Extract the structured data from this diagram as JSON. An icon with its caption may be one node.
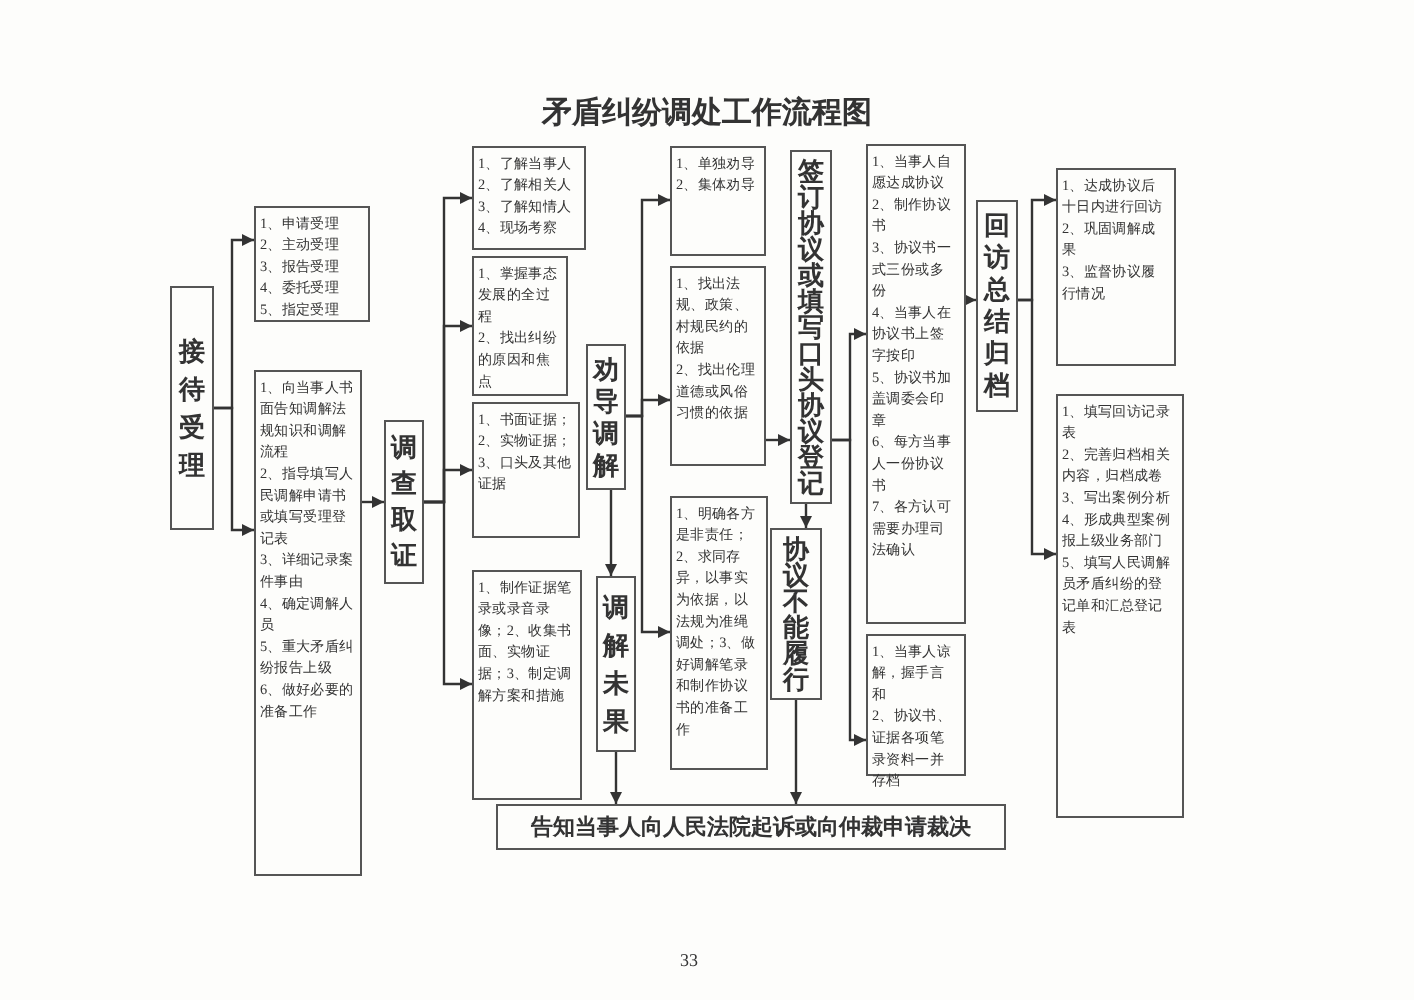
{
  "diagram": {
    "title": "矛盾纠纷调处工作流程图",
    "nodes": [
      {
        "text": [
          "接待受理"
        ]
      },
      {
        "text": [
          "1、申请受理",
          "2、主动受理",
          "3、报告受理",
          "4、委托受理",
          "5、指定受理"
        ]
      },
      {
        "text": [
          "1、向当事人书面告知调解法规知识和调解流程",
          "2、指导填写人民调解申请书或填写受理登记表",
          "3、详细记录案件事由",
          "4、确定调解人员",
          "5、重大矛盾纠纷报告上级",
          "6、做好必要的准备工作"
        ]
      },
      {
        "text": [
          "调查取证"
        ]
      },
      {
        "text": [
          "1、了解当事人",
          "2、了解相关人",
          "3、了解知情人",
          "4、现场考察"
        ]
      },
      {
        "text": [
          "1、掌握事态发展的全过程",
          "2、找出纠纷的原因和焦点"
        ]
      },
      {
        "text": [
          "1、书面证据；2、实物证据；3、口头及其他证据"
        ]
      },
      {
        "text": [
          "1、制作证据笔录或录音录像；2、收集书面、实物证据；3、制定调解方案和措施"
        ]
      },
      {
        "text": [
          "劝导调解"
        ]
      },
      {
        "text": [
          "调解未果"
        ]
      },
      {
        "text": [
          "1、单独劝导",
          "2、集体劝导"
        ]
      },
      {
        "text": [
          "1、找出法规、政策、村规民约的依据",
          "2、找出伦理道德或风俗习惯的依据"
        ]
      },
      {
        "text": [
          "1、明确各方是非责任；2、求同存异，以事实为依据，以法规为准绳调处；3、做好调解笔录和制作协议书的准备工作"
        ]
      },
      {
        "text": [
          "签订协议或填写口头协议登记"
        ]
      },
      {
        "text": [
          "协议不能履行"
        ]
      },
      {
        "text": [
          "1、当事人自愿达成协议",
          "2、制作协议书",
          "3、协议书一式三份或多份",
          "4、当事人在协议书上签字按印",
          "5、协议书加盖调委会印章",
          "6、每方当事人一份协议书",
          "7、各方认可需要办理司法确认"
        ]
      },
      {
        "text": [
          "1、当事人谅解，握手言和",
          "2、协议书、证据各项笔录资料一并存档"
        ]
      },
      {
        "text": [
          "回访总结归档"
        ]
      },
      {
        "text": [
          "1、达成协议后十日内进行回访",
          "2、巩固调解成果",
          "3、监督协议履行情况"
        ]
      },
      {
        "text": [
          "1、填写回访记录表",
          "2、完善归档相关内容，归档成卷",
          "3、写出案例分析",
          "4、形成典型案例报上级业务部门",
          "5、填写人民调解员矛盾纠纷的登记单和汇总登记表"
        ]
      },
      {
        "text": [
          "告知当事人向人民法院起诉或向仲裁申请裁决"
        ]
      }
    ],
    "edges": [
      {
        "from": 0,
        "to": 1,
        "arrow": "to"
      },
      {
        "from": 0,
        "to": 2,
        "arrow": "to"
      },
      {
        "from": 2,
        "to": 3,
        "arrow": "to"
      },
      {
        "from": 3,
        "to": 4,
        "arrow": "to"
      },
      {
        "from": 3,
        "to": 5,
        "arrow": "to"
      },
      {
        "from": 3,
        "to": 6,
        "arrow": "to"
      },
      {
        "from": 3,
        "to": 7,
        "arrow": "to"
      },
      {
        "from": 8,
        "to": 9,
        "arrow": "to"
      },
      {
        "from": 8,
        "to": 10,
        "arrow": "to"
      },
      {
        "from": 8,
        "to": 11,
        "arrow": "to"
      },
      {
        "from": 8,
        "to": 12,
        "arrow": "to"
      },
      {
        "from": 11,
        "to": 13,
        "arrow": "to"
      },
      {
        "from": 13,
        "to": 14,
        "arrow": "to"
      },
      {
        "from": 13,
        "to": 15,
        "arrow": "to"
      },
      {
        "from": 13,
        "to": 16,
        "arrow": "to"
      },
      {
        "from": 15,
        "to": 17,
        "arrow": "to"
      },
      {
        "from": 17,
        "to": 18,
        "arrow": "to"
      },
      {
        "from": 17,
        "to": 19,
        "arrow": "to"
      },
      {
        "from": 9,
        "to": 20,
        "arrow": "to"
      },
      {
        "from": 14,
        "to": 20,
        "arrow": "to"
      }
    ],
    "labels": [
      "33"
    ]
  }
}
